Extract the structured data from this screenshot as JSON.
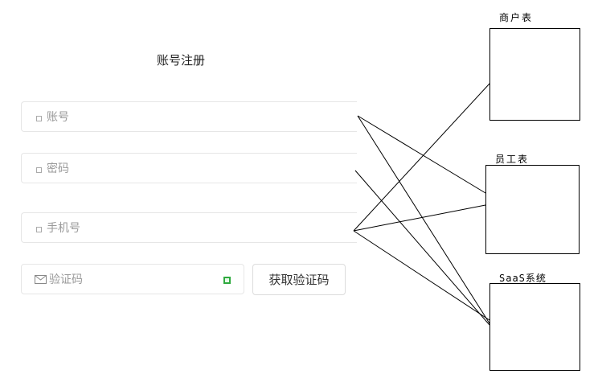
{
  "form": {
    "title": "账号注册",
    "account_placeholder": "账号",
    "password_placeholder": "密码",
    "phone_placeholder": "手机号",
    "code_placeholder": "验证码",
    "get_code_label": "获取验证码"
  },
  "tables": {
    "merchant": "商户表",
    "staff": "员工表",
    "saas": "SaaS系统"
  },
  "colors": {
    "status_green": "#2faa3f",
    "line": "#000000"
  }
}
